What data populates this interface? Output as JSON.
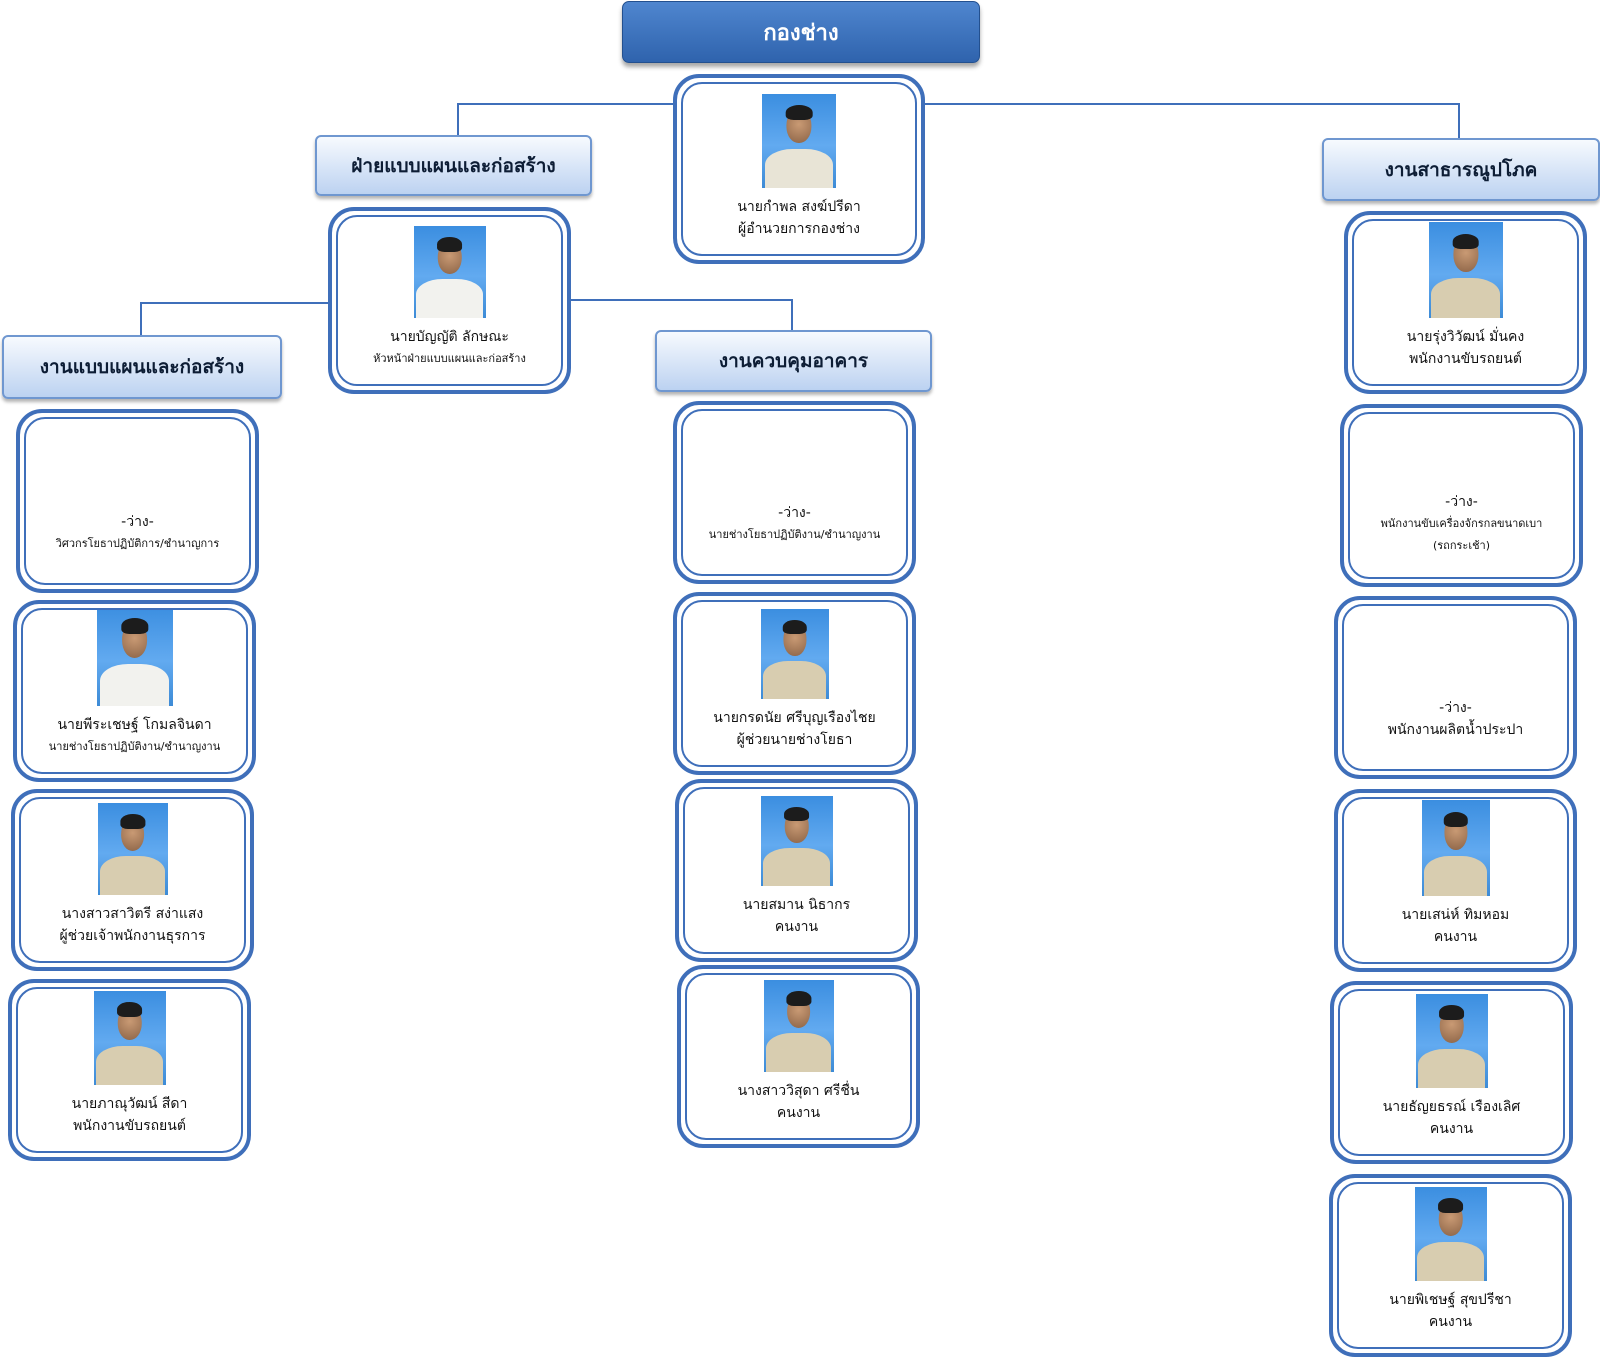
{
  "division_title": "กองช่าง",
  "director": {
    "name": "นายกำพล  สงฆ์ปรีดา",
    "role": "ผู้อำนวยการกองช่าง"
  },
  "subdivision": {
    "title": "ฝ่ายแบบแผนและก่อสร้าง",
    "head": {
      "name": "นายบัญญัติ  ลักษณะ",
      "role": "หัวหน้าฝ่ายแบบแผนและก่อสร้าง"
    }
  },
  "design_unit": {
    "title": "งานแบบแผนและก่อสร้าง",
    "members": [
      {
        "name": "-ว่าง-",
        "role": "วิศวกรโยธาปฏิบัติการ/ชำนาญการ"
      },
      {
        "name": "นายพีระเชษฐ์ โกมลจินดา",
        "role": "นายช่างโยธาปฏิบัติงาน/ชำนาญงาน"
      },
      {
        "name": "นางสาวสาวิตรี  สง่าแสง",
        "role": "ผู้ช่วยเจ้าพนักงานธุรการ"
      },
      {
        "name": "นายภาณุวัฒน์  สีดา",
        "role": "พนักงานขับรถยนต์"
      }
    ]
  },
  "building_unit": {
    "title": "งานควบคุมอาคาร",
    "members": [
      {
        "name": "-ว่าง-",
        "role": "นายช่างโยธาปฏิบัติงาน/ชำนาญงาน"
      },
      {
        "name": "นายกรดนัย  ศรีบุญเรืองไชย",
        "role": "ผู้ช่วยนายช่างโยธา"
      },
      {
        "name": "นายสมาน นิธากร",
        "role": "คนงาน"
      },
      {
        "name": "นางสาววิสุดา  ศรีชื่น",
        "role": "คนงาน"
      }
    ]
  },
  "utility_unit": {
    "title": "งานสาธารณูปโภค",
    "members": [
      {
        "name": "นายรุ่งวิวัฒน์ มั่นคง",
        "role": "พนักงานขับรถยนต์"
      },
      {
        "name": "-ว่าง-",
        "role": "พนักงานขับเครื่องจักรกลขนาดเบา",
        "note": "(รถกระเช้า)"
      },
      {
        "name": "-ว่าง-",
        "role": "พนักงานผลิตน้ำประปา"
      },
      {
        "name": "นายเสน่ห์  ทิมหอม",
        "role": "คนงาน"
      },
      {
        "name": "นายธัญยธรณ์  เรืองเลิศ",
        "role": "คนงาน"
      },
      {
        "name": "นายพิเชษฐ์ สุขปรีชา",
        "role": "คนงาน"
      }
    ]
  }
}
